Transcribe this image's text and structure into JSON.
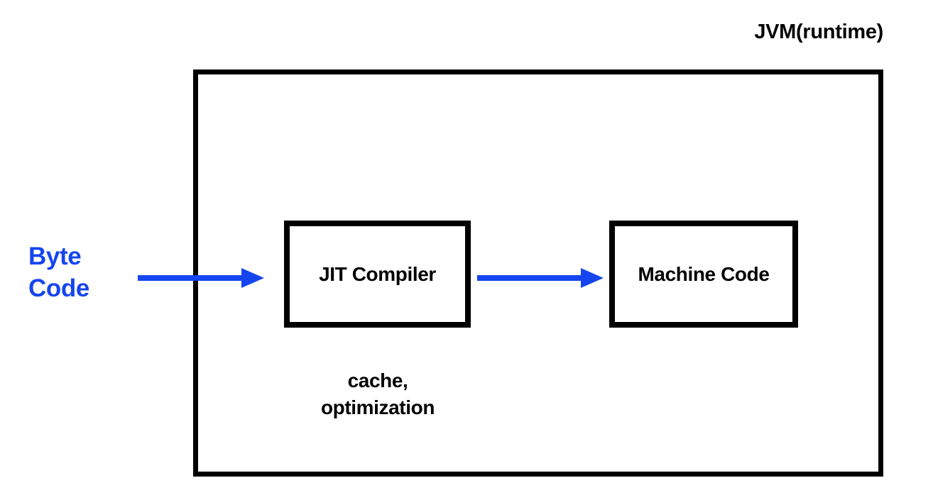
{
  "diagram": {
    "title": "JVM(runtime)",
    "background_color": "#ffffff",
    "outer_box": {
      "label": "JVM(runtime)",
      "border_color": "#000000"
    },
    "input": {
      "label_line1": "Byte",
      "label_line2": "Code",
      "color": "#1545ee"
    },
    "nodes": [
      {
        "id": "jit",
        "label": "JIT Compiler",
        "border_color": "#000000",
        "text_color": "#000000"
      },
      {
        "id": "machine",
        "label": "Machine Code",
        "border_color": "#000000",
        "text_color": "#000000"
      }
    ],
    "edges": [
      {
        "id": "edge-bytecode-jit",
        "from": "Byte Code",
        "to": "JIT Compiler",
        "color": "#1545ee",
        "style": "solid-arrow"
      },
      {
        "id": "edge-jit-machine",
        "from": "JIT Compiler",
        "to": "Machine Code",
        "color": "#1545ee",
        "style": "solid-arrow"
      }
    ],
    "annotation": {
      "line1": "cache,",
      "line2": "optimization",
      "color": "#000000"
    }
  }
}
